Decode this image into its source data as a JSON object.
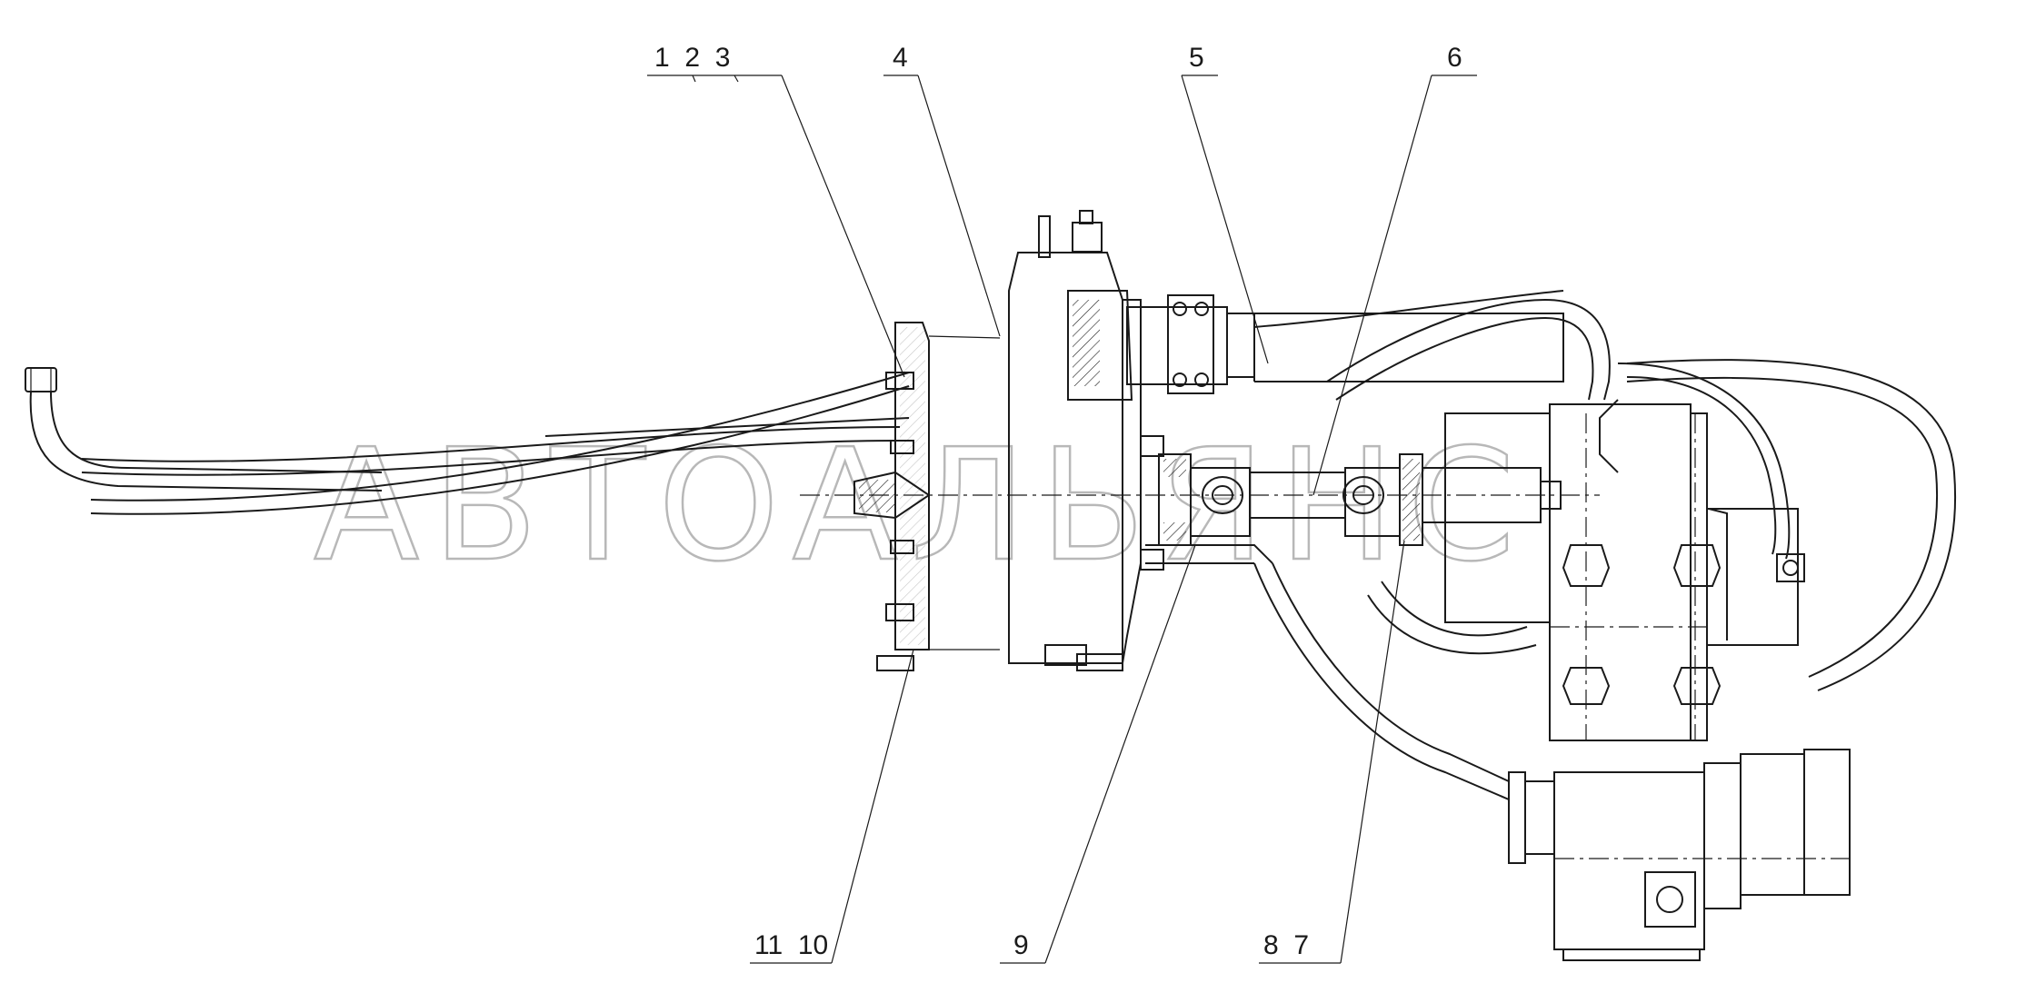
{
  "watermark": {
    "text": "АВТОАЛЬЯНС"
  },
  "callouts": [
    {
      "id": "c123",
      "label": "1  2  3"
    },
    {
      "id": "c4",
      "label": "4"
    },
    {
      "id": "c5",
      "label": "5"
    },
    {
      "id": "c6",
      "label": "6"
    },
    {
      "id": "c1110",
      "label": "11  10"
    },
    {
      "id": "c9",
      "label": "9"
    },
    {
      "id": "c87",
      "label": "8  7"
    }
  ]
}
